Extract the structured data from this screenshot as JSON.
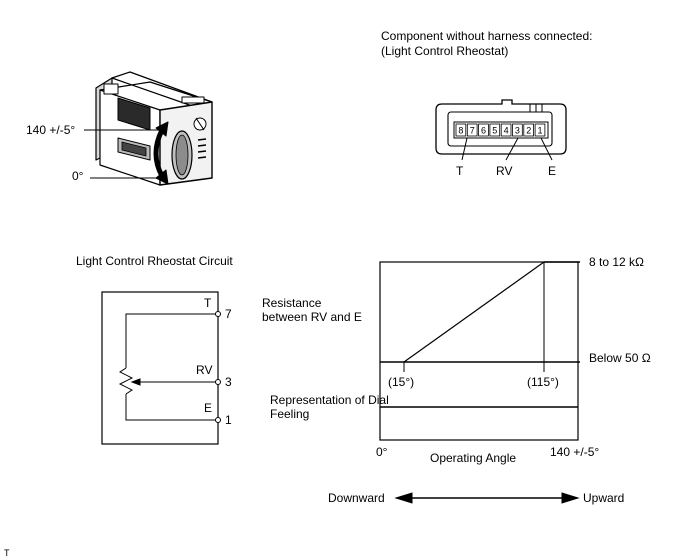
{
  "rheostat_image": {
    "angle_max_label": "140 +/-5°",
    "angle_zero_label": "0°"
  },
  "connector": {
    "title_line1": "Component without harness connected:",
    "title_line2": "(Light Control Rheostat)",
    "pins": [
      "8",
      "7",
      "6",
      "5",
      "4",
      "3",
      "2",
      "1"
    ],
    "terminal_labels": [
      "T",
      "RV",
      "E"
    ]
  },
  "circuit": {
    "title": "Light Control Rheostat Circuit",
    "terminals": [
      {
        "name": "T",
        "pin": "7"
      },
      {
        "name": "RV",
        "pin": "3"
      },
      {
        "name": "E",
        "pin": "1"
      }
    ]
  },
  "graph": {
    "resistance_label_line1": "Resistance",
    "resistance_label_line2": "between RV and E",
    "dial_label_line1": "Representation of Dial",
    "dial_label_line2": "Feeling",
    "high_value_label": "8 to 12 kΩ",
    "low_value_label": "Below 50 Ω",
    "angle_15_label": "(15°)",
    "angle_115_label": "(115°)",
    "x_start_label": "0°",
    "x_axis_label": "Operating Angle",
    "x_end_label": "140 +/-5°"
  },
  "direction": {
    "left_label": "Downward",
    "right_label": "Upward"
  },
  "corner_mark": "T"
}
